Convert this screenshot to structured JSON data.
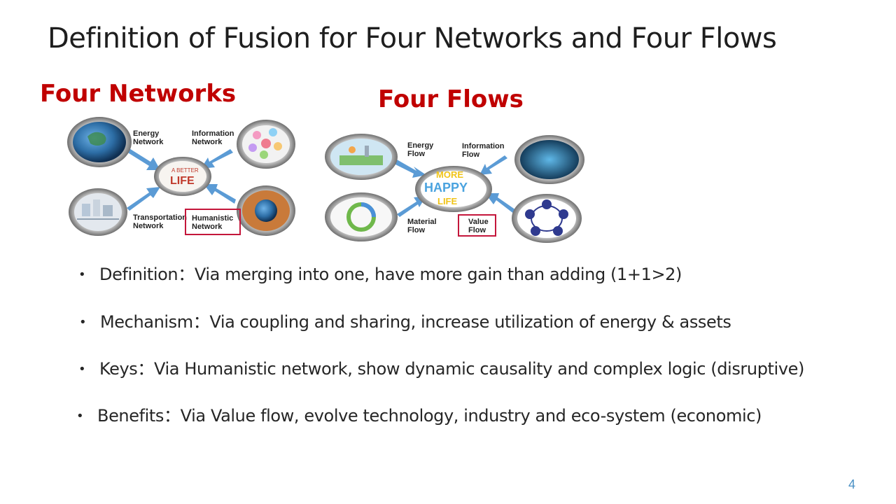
{
  "slide": {
    "title": "Definition of Fusion for Four Networks and Four Flows",
    "page_number": "4"
  },
  "four_networks": {
    "heading": "Four Networks",
    "labels": {
      "energy": [
        "Energy",
        "Network"
      ],
      "information": [
        "Information",
        "Network"
      ],
      "transportation": [
        "Transportation",
        "Network"
      ],
      "humanistic": [
        "Humanistic",
        "Network"
      ]
    },
    "center_text": [
      "A BETTER",
      "LIFE"
    ]
  },
  "four_flows": {
    "heading": "Four Flows",
    "labels": {
      "energy": [
        "Energy",
        "Flow"
      ],
      "information": [
        "Information",
        "Flow"
      ],
      "material": [
        "Material",
        "Flow"
      ],
      "value": [
        "Value",
        "Flow"
      ]
    },
    "center_text": [
      "MORE",
      "HAPPY",
      "LIFE"
    ]
  },
  "bullets": [
    {
      "label": "Definition",
      "sep": "：",
      "text": "Via merging into one, have more gain than adding (1+1>2)"
    },
    {
      "label": "Mechanism",
      "sep": "：",
      "text": "Via coupling and sharing, increase utilization of energy & assets"
    },
    {
      "label": "Keys",
      "sep": "：",
      "text": "Via Humanistic network, show dynamic causality and complex logic (disruptive)"
    },
    {
      "label": "Benefits",
      "sep": "：",
      "text": "Via Value flow, evolve technology, industry and eco-system (economic)"
    }
  ],
  "colors": {
    "heading_red": "#c00000",
    "highlight_box": "#c4163b",
    "arrow_blue": "#5b9bd5",
    "page_number": "#4a90c4"
  }
}
